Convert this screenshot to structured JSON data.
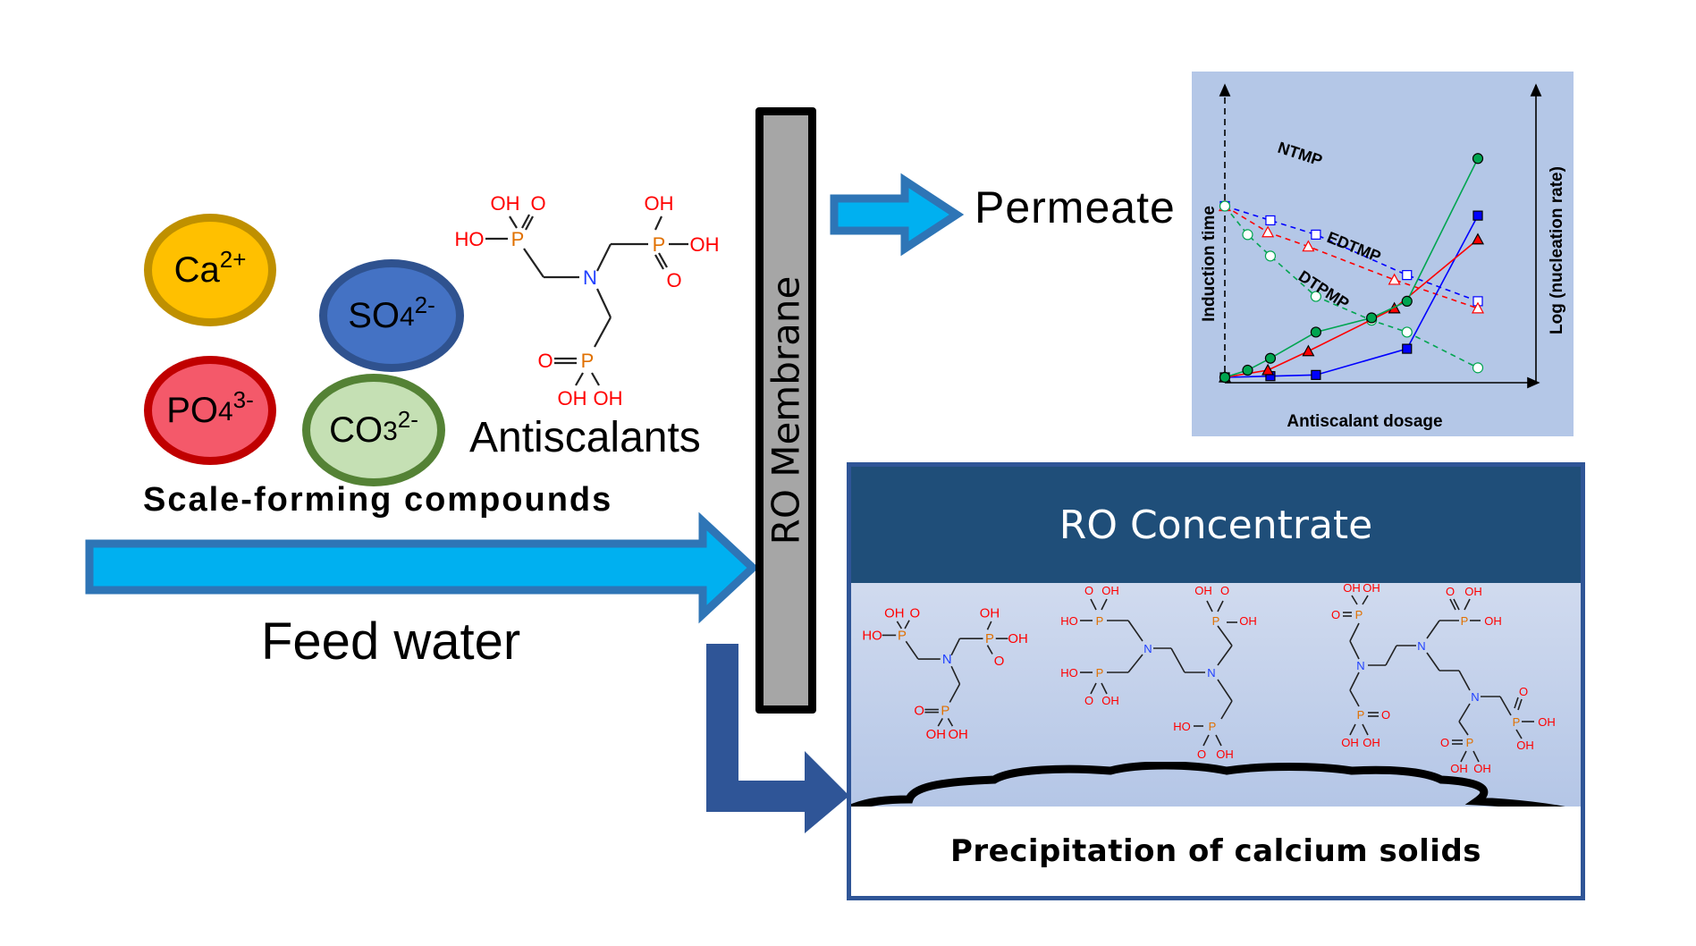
{
  "ions": {
    "calcium": {
      "base": "Ca",
      "sub": "",
      "charge": "2+"
    },
    "sulfate": {
      "base": "SO",
      "sub": "4",
      "charge": "2-"
    },
    "phosphate": {
      "base": "PO",
      "sub": "4",
      "charge": "3-"
    },
    "carbonate": {
      "base": "CO",
      "sub": "3",
      "charge": "2-"
    }
  },
  "labels": {
    "scale_forming": "Scale-forming compounds",
    "antiscalants": "Antiscalants",
    "feed_water": "Feed water",
    "membrane": "RO Membrane",
    "permeate": "Permeate",
    "concentrate": "RO Concentrate",
    "precipitation": "Precipitation of calcium solids"
  },
  "molecule_atoms": {
    "oh": "OH",
    "ho": "HO",
    "o": "O",
    "p": "P",
    "n": "N"
  },
  "colors": {
    "arrow_fill": "#00b0f0",
    "arrow_border": "#2e75b6",
    "concentrate_arrow": "#2f5597",
    "concentrate_header": "#1f4e79",
    "membrane_fill": "#a6a6a6",
    "chart_bg": "#b4c7e7",
    "ntmp": "#0000ff",
    "edtmp": "#ff0000",
    "dtpmp": "#00a550",
    "oxygen": "#ff0000",
    "phosphorus": "#e07000",
    "nitrogen": "#2040ff"
  },
  "chart_data": {
    "type": "line",
    "title": "",
    "xlabel": "Antiscalant dosage",
    "ylabel_left": "Induction time",
    "ylabel_right": "Log (nucleation rate)",
    "xlim": [
      0,
      1
    ],
    "ylim": [
      0,
      1
    ],
    "grid": false,
    "ticks": "none",
    "series": [
      {
        "name": "NTMP",
        "axis": "left",
        "metric": "induction time",
        "style": "dashed",
        "marker": "open-square",
        "color": "#0000ff",
        "x": [
          0,
          0.18,
          0.36,
          0.72,
          1.0
        ],
        "y": [
          0.72,
          0.66,
          0.6,
          0.43,
          0.32
        ],
        "annotated": true
      },
      {
        "name": "EDTMP",
        "axis": "left",
        "metric": "induction time",
        "style": "dashed",
        "marker": "open-triangle",
        "color": "#ff0000",
        "x": [
          0,
          0.17,
          0.33,
          0.67,
          1.0
        ],
        "y": [
          0.72,
          0.61,
          0.55,
          0.41,
          0.29
        ],
        "annotated": true
      },
      {
        "name": "DTPMP",
        "axis": "left",
        "metric": "induction time",
        "style": "dashed",
        "marker": "open-circle",
        "color": "#00a550",
        "x": [
          0,
          0.09,
          0.18,
          0.36,
          0.58,
          0.72,
          1.0
        ],
        "y": [
          0.72,
          0.6,
          0.51,
          0.34,
          0.24,
          0.19,
          0.04
        ],
        "annotated": true
      },
      {
        "name": "NTMP",
        "axis": "right",
        "metric": "log nucleation rate",
        "style": "solid",
        "marker": "filled-square",
        "color": "#0000ff",
        "x": [
          0,
          0.18,
          0.36,
          0.72,
          1.0
        ],
        "y": [
          0.0,
          0.005,
          0.01,
          0.12,
          0.68
        ],
        "annotated": false
      },
      {
        "name": "EDTMP",
        "axis": "right",
        "metric": "log nucleation rate",
        "style": "solid",
        "marker": "filled-triangle",
        "color": "#ff0000",
        "x": [
          0,
          0.17,
          0.33,
          0.67,
          1.0
        ],
        "y": [
          0.0,
          0.03,
          0.11,
          0.29,
          0.58
        ],
        "annotated": false
      },
      {
        "name": "DTPMP",
        "axis": "right",
        "metric": "log nucleation rate",
        "style": "solid",
        "marker": "filled-circle",
        "color": "#00a550",
        "x": [
          0,
          0.09,
          0.18,
          0.36,
          0.58,
          0.72,
          1.0
        ],
        "y": [
          0.0,
          0.03,
          0.08,
          0.19,
          0.25,
          0.32,
          0.92
        ],
        "annotated": false
      }
    ],
    "annotations": [
      "NTMP",
      "EDTMP",
      "DTPMP"
    ]
  }
}
